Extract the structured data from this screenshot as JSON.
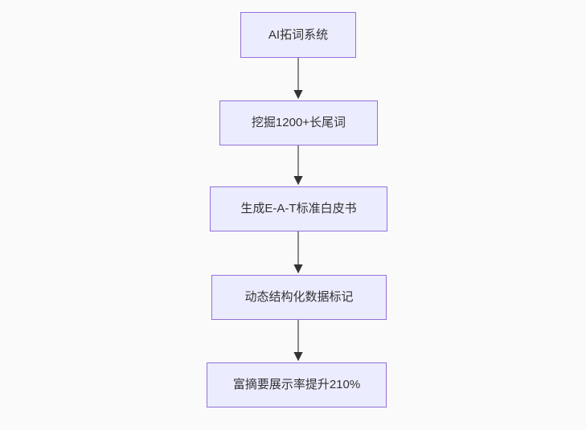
{
  "diagram": {
    "type": "flowchart",
    "direction": "top-down",
    "nodes": [
      {
        "id": "n1",
        "label": "AI拓词系统"
      },
      {
        "id": "n2",
        "label": "挖掘1200+长尾词"
      },
      {
        "id": "n3",
        "label": "生成E-A-T标准白皮书"
      },
      {
        "id": "n4",
        "label": "动态结构化数据标记"
      },
      {
        "id": "n5",
        "label": "富摘要展示率提升210%"
      }
    ],
    "edges": [
      {
        "from": "n1",
        "to": "n2"
      },
      {
        "from": "n2",
        "to": "n3"
      },
      {
        "from": "n3",
        "to": "n4"
      },
      {
        "from": "n4",
        "to": "n5"
      }
    ],
    "colors": {
      "background": "#fafafa",
      "node_fill": "#ececff",
      "node_border": "#9370db",
      "node_text": "#333333",
      "edge_line": "#6e6e6e",
      "arrowhead": "#333333"
    }
  }
}
